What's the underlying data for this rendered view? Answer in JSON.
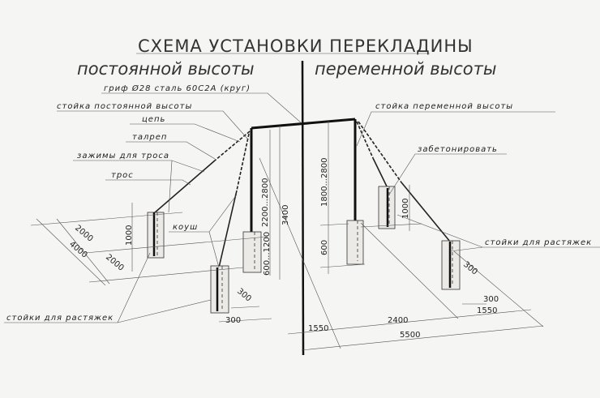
{
  "title": "СХЕМА УСТАНОВКИ ПЕРЕКЛАДИНЫ",
  "subtitle_left": "постоянной высоты",
  "subtitle_right": "переменной высоты",
  "labels_left": {
    "bar": "гриф Ø28 сталь 60С2А (круг)",
    "fixed_post": "стойка постоянной высоты",
    "chain": "цепь",
    "turnbuckle": "талреп",
    "clamps": "зажимы для троса",
    "cable": "трос",
    "thimble": "коуш",
    "guy_posts": "стойки для растяжек"
  },
  "labels_right": {
    "variable_post": "стойка переменной высоты",
    "concrete": "забетонировать",
    "guy_posts": "стойки для растяжек"
  },
  "dimensions_left": {
    "height_range": "2200...2800",
    "total_height": "3400",
    "depth_range": "600...1200",
    "anchor_depth": "1000",
    "spacing_a": "2000",
    "spacing_total": "4000",
    "spacing_b": "2000",
    "block_width": "300",
    "block_depth": "300"
  },
  "dimensions_right": {
    "height_range": "1800...2800",
    "post_depth": "600",
    "anchor_depth": "1000",
    "block_width": "300",
    "block_depth": "300",
    "offset_left": "1550",
    "span": "2400",
    "offset_right": "1550",
    "total": "5500"
  }
}
